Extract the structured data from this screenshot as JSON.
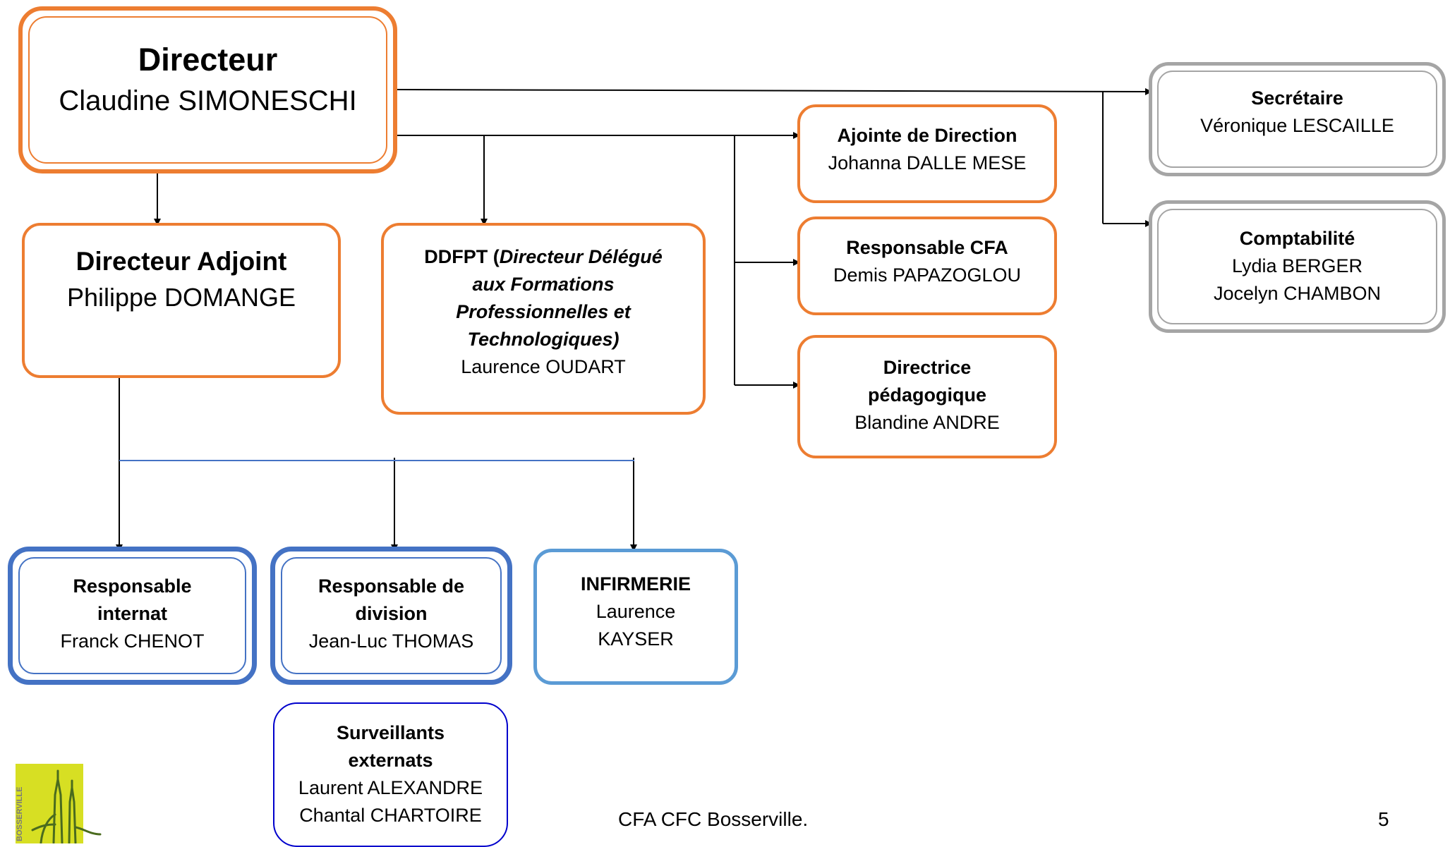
{
  "directeur": {
    "title": "Directeur",
    "name": "Claudine SIMONESCHI"
  },
  "secretaire": {
    "title": "Secrétaire",
    "name": "Véronique LESCAILLE"
  },
  "adjointe": {
    "title": "Ajointe de Direction",
    "name": "Johanna DALLE MESE"
  },
  "comptabilite": {
    "title": "Comptabilité",
    "names": [
      "Lydia BERGER",
      "Jocelyn CHAMBON"
    ]
  },
  "directeur_adjoint": {
    "title": "Directeur Adjoint",
    "name": "Philippe DOMANGE"
  },
  "ddfpt": {
    "abbr": "DDFPT (",
    "full_lines": [
      "Directeur Délégué",
      "aux Formations",
      "Professionnelles et",
      "Technologiques)"
    ],
    "name": "Laurence OUDART"
  },
  "responsable_cfa": {
    "title": "Responsable CFA",
    "name": "Demis PAPAZOGLOU"
  },
  "directrice_pedagogique": {
    "title_lines": [
      "Directrice",
      "pédagogique"
    ],
    "name": "Blandine ANDRE"
  },
  "responsable_internat": {
    "title_lines": [
      "Responsable",
      "internat"
    ],
    "name": "Franck CHENOT"
  },
  "responsable_division": {
    "title_lines": [
      "Responsable de",
      "division"
    ],
    "name": "Jean-Luc THOMAS"
  },
  "infirmerie": {
    "title": "INFIRMERIE",
    "name_lines": [
      "Laurence",
      "KAYSER"
    ]
  },
  "surveillants": {
    "title_lines": [
      "Surveillants",
      "externats"
    ],
    "names": [
      "Laurent ALEXANDRE",
      "Chantal CHARTOIRE"
    ]
  },
  "logo": {
    "text": "BOSSERVILLE"
  },
  "footer": {
    "text": "CFA CFC Bosserville.",
    "page": "5"
  },
  "colors": {
    "orange": "#ED7D31",
    "grey": "#A5A5A5",
    "blue": "#4472C4",
    "light_blue": "#5B9BD5",
    "navy": "#0000CC"
  }
}
